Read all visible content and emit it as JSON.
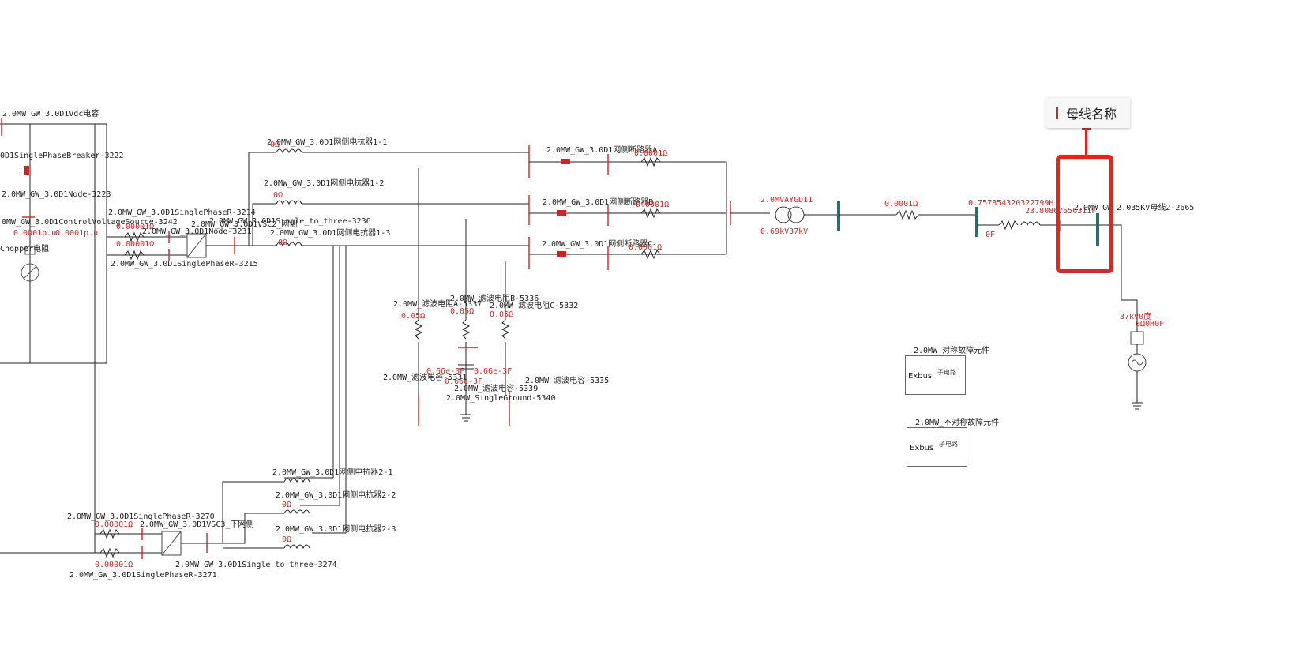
{
  "tooltip": {
    "text": "母线名称"
  },
  "labels": {
    "vdc": "2.0MW_GW_3.0D1Vdc电容",
    "breaker3222": "0D1SinglePhaseBreaker-3222",
    "node3223": "2.0MW_GW_3.0D1Node-3223",
    "cvs": "0MW_GW_3.0D1ControlVoltageSource-3242",
    "pu1": "0.0001p.u",
    "pu2": "0.0001p.u",
    "pu3": "0.0001p.u",
    "chopper": "Chopper电阻",
    "phase3214": "2.0MW_GW_3.0D1SinglePhaseR-3214",
    "node3231": "2.0MW_GW_3.0D1Node-3231",
    "vsc": "2.0MW_GW_3.0D1VSC2_网侧",
    "single3236": "2.0MW_GW_3.0D1Single_to_three-3236",
    "phase3215": "2.0MW_GW_3.0D1SinglePhaseR-3215",
    "react11": "2.0MW_GW_3.0D1网侧电抗器1-1",
    "react12": "2.0MW_GW_3.0D1网侧电抗器1-2",
    "react13": "2.0MW_GW_3.0D1网侧电抗器1-3",
    "brkA": "2.0MW_GW_3.0D1网侧断路器A",
    "brkB": "2.0MW_GW_3.0D1网侧断路器B",
    "brkC": "2.0MW_GW_3.0D1网侧断路器C",
    "filtRA": "2.0MW_滤波电阻A-5337",
    "filtRB": "2.0MW_滤波电阻B-5336",
    "filtRC": "2.0MW_滤波电阻C-5332",
    "filtC1": "2.0MW_滤波电容-5331",
    "filtC2": "2.0MW_滤波电容-5339",
    "filtC3": "2.0MW_滤波电容-5335",
    "ground": "2.0MW_SingleGround-5340",
    "xfmr": "2.0MVAYGD11",
    "xfmrV": "0.69kV37kV",
    "bus35": "2.0MW_GW_2.035KV母线2-2665",
    "react21": "2.0MW_GW_3.0D1网侧电抗器2-1",
    "react22": "2.0MW_GW_3.0D1网侧电抗器2-2",
    "react23": "2.0MW_GW_3.0D1网侧电抗器2-3",
    "phase3270": "2.0MW_GW_3.0D1SinglePhaseR-3270",
    "vsc3": "2.0MW_GW_3.0D1VSC3_下网侧",
    "single3274": "2.0MW_GW_3.0D1Single_to_three-3274",
    "phase3271": "2.0MW_GW_3.0D1SinglePhaseR-3271",
    "fault1": "2.0MW_对称故障元件",
    "fault2": "2.0MW_不对称故障元件",
    "exbus": "Exbus",
    "subckt": "子电路"
  },
  "values": {
    "ohm0": "0Ω",
    "r00001": "0.00001Ω",
    "r00001b": "0.00001Ω",
    "r0001": "0.0001Ω",
    "rbrk": "0.0001Ω",
    "r005": "0.05Ω",
    "cap": "0.66e-3F",
    "line_L": "0.757854320322799H",
    "line_C": "23.80867656311F",
    "zeroF": "0F",
    "src_v": "37kV0度",
    "src_r": "0Ω0H0F",
    "val0001": "0.0001"
  },
  "colors": {
    "highlight": "#e8231a",
    "bus": "#2a6d6d",
    "value": "#e02020",
    "wire": "#222222"
  }
}
